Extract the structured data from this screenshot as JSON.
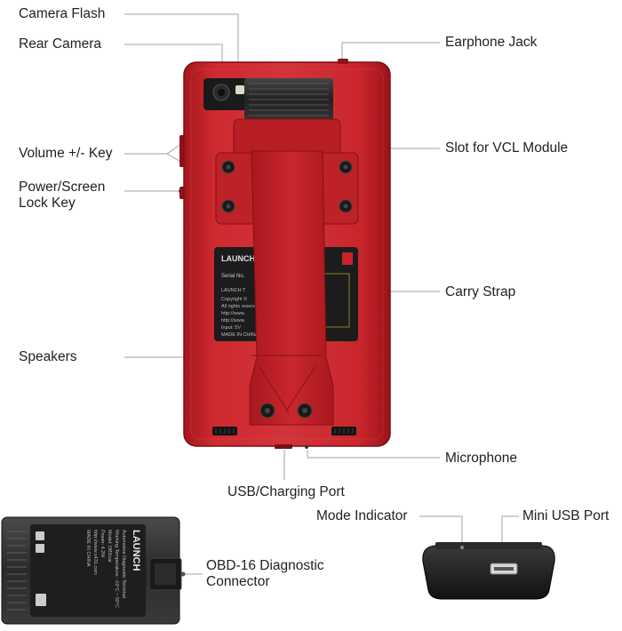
{
  "labels": {
    "camera_flash": "Camera Flash",
    "rear_camera": "Rear Camera",
    "earphone_jack": "Earphone Jack",
    "volume_key": "Volume +/- Key",
    "slot_vcl": "Slot for VCL Module",
    "power_key_line1": "Power/Screen",
    "power_key_line2": "Lock Key",
    "carry_strap": "Carry Strap",
    "speakers": "Speakers",
    "microphone": "Microphone",
    "usb_port": "USB/Charging Port",
    "mode_indicator": "Mode Indicator",
    "mini_usb": "Mini USB Port",
    "obd_line1": "OBD-16 Diagnostic",
    "obd_line2": "Connector"
  },
  "product_label": {
    "brand": "LAUNCH",
    "serial": "Serial No.",
    "lines": [
      "LAUNCH T",
      "Copyright ©",
      "All rights reserved",
      "http://www.",
      "http://www.",
      "Input: 5V",
      "MADE IN CHINA"
    ]
  },
  "vcl_label": {
    "brand": "LAUNCH",
    "lines": [
      "Automotive Diagnostic Terminal",
      "Working Temperature: -10°C ~ 50°C",
      "Model: DBScar",
      "Power: 4.2W",
      "http://www.x431.com",
      "MADE IN CHINA"
    ]
  },
  "colors": {
    "body_red": "#c8232a",
    "dark_red": "#9e1419",
    "leader_line": "#9a9a9a",
    "panel_dark": "#1b1b1b"
  }
}
